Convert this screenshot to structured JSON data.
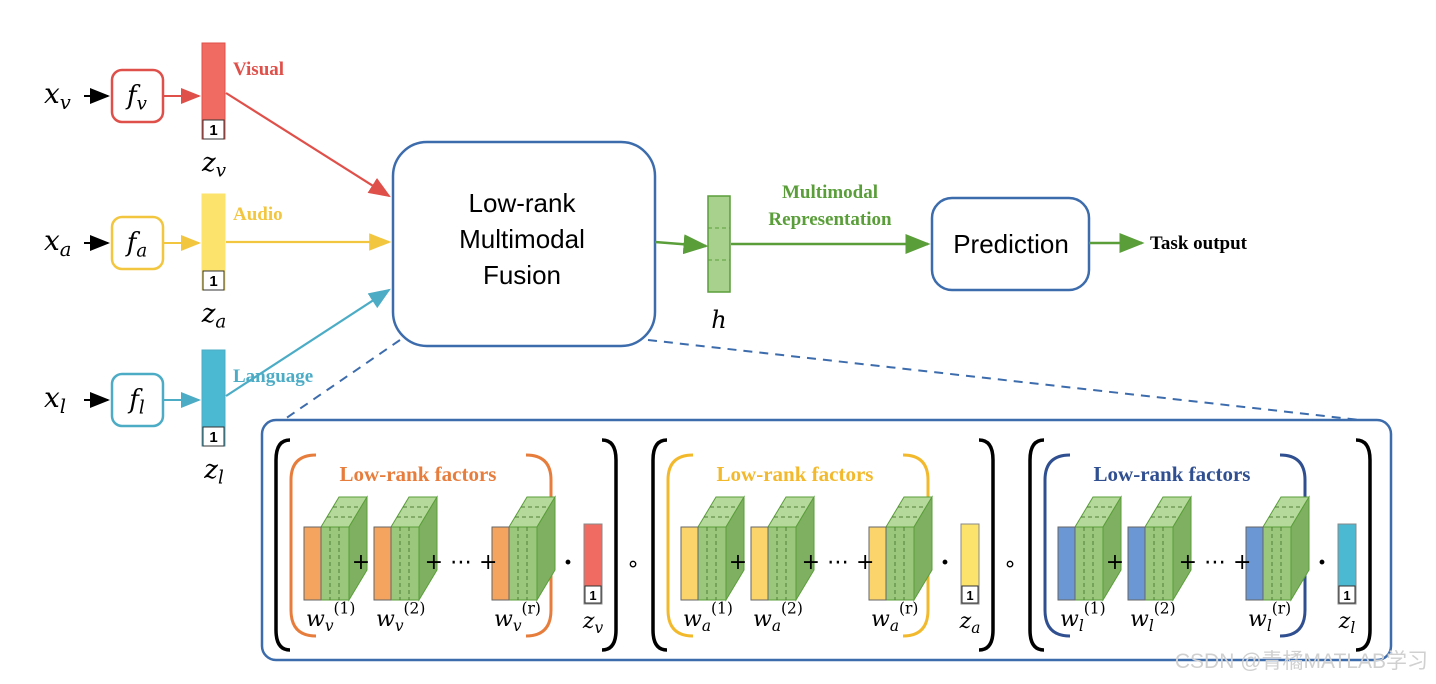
{
  "inputs": [
    {
      "id": "v",
      "x_label": "x",
      "x_sub": "v",
      "f_label": "f",
      "f_sub": "v",
      "z_label": "z",
      "z_sub": "v",
      "one": "1",
      "modality": "Visual",
      "color": "#e0504a",
      "fill": "#f06b62"
    },
    {
      "id": "a",
      "x_label": "x",
      "x_sub": "a",
      "f_label": "f",
      "f_sub": "a",
      "z_label": "z",
      "z_sub": "a",
      "one": "1",
      "modality": "Audio",
      "color": "#f3c640",
      "fill": "#fbe36c"
    },
    {
      "id": "l",
      "x_label": "x",
      "x_sub": "l",
      "f_label": "f",
      "f_sub": "l",
      "z_label": "z",
      "z_sub": "l",
      "one": "1",
      "modality": "Language",
      "color": "#4cacc6",
      "fill": "#4cb9d3"
    }
  ],
  "fusion": {
    "line1": "Low-rank",
    "line2": "Multimodal",
    "line3": "Fusion",
    "color": "#3d6cad"
  },
  "h_label": "h",
  "representation": {
    "line1": "Multimodal",
    "line2": "Representation",
    "color": "#5a9e3a"
  },
  "prediction": {
    "label": "Prediction"
  },
  "task_output": "Task output",
  "factor_groups": [
    {
      "id": "v",
      "title": "Low-rank factors",
      "color": "#e77d3c",
      "slab": "#f4a45e",
      "w": "w",
      "sub": "v",
      "sups": [
        "(1)",
        "(2)",
        "(r)"
      ],
      "z": "z",
      "z_sub": "v",
      "one": "1",
      "zfill": "#f06b62"
    },
    {
      "id": "a",
      "title": "Low-rank factors",
      "color": "#f3b92c",
      "slab": "#fbd46c",
      "w": "w",
      "sub": "a",
      "sups": [
        "(1)",
        "(2)",
        "(r)"
      ],
      "z": "z",
      "z_sub": "a",
      "one": "1",
      "zfill": "#fbe36c"
    },
    {
      "id": "l",
      "title": "Low-rank factors",
      "color": "#2f4f90",
      "slab": "#6b97d4",
      "w": "w",
      "sub": "l",
      "sups": [
        "(1)",
        "(2)",
        "(r)"
      ],
      "z": "z",
      "z_sub": "l",
      "one": "1",
      "zfill": "#4cb9d3"
    }
  ],
  "operators": {
    "plus": "+",
    "plus_dots": "+ ⋯ +",
    "dot": "·",
    "hadamard": "∘"
  },
  "watermark": "CSDN @青橘MATLAB学习"
}
